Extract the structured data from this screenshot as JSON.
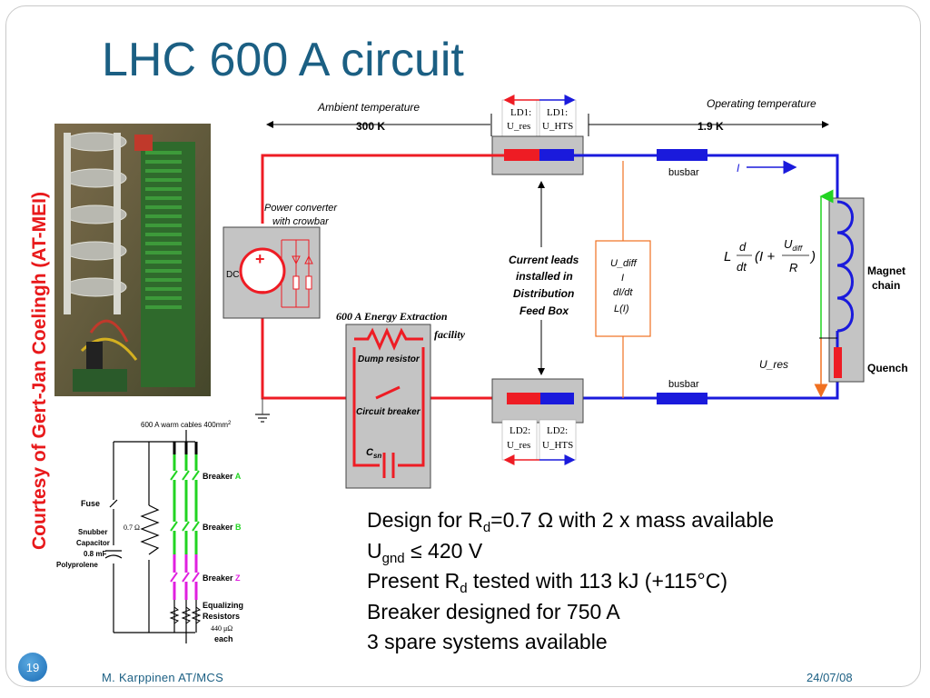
{
  "slide": {
    "title": "LHC 600 A circuit",
    "courtesy": "Courtesy of Gert-Jan Coelingh (AT-MEI)",
    "page_number": "19",
    "footer_author": "M. Karppinen AT/MCS",
    "footer_date": "24/07/08"
  },
  "diagram": {
    "ambient_label": "Ambient temperature",
    "ambient_temp": "300 K",
    "operating_label": "Operating temperature",
    "operating_temp": "1.9 K",
    "ld1_res": [
      "LD1:",
      "U_res"
    ],
    "ld1_hts": [
      "LD1:",
      "U_HTS"
    ],
    "ld2_res": [
      "LD2:",
      "U_res"
    ],
    "ld2_hts": [
      "LD2:",
      "U_HTS"
    ],
    "busbar_top": "busbar",
    "busbar_bottom": "busbar",
    "current_label": "I",
    "power_converter": [
      "Power converter",
      "with crowbar"
    ],
    "dc_label": "DC",
    "current_leads": [
      "Current leads",
      "installed in",
      "Distribution",
      "Feed Box"
    ],
    "udiff_box": [
      "U_diff",
      "I",
      "dI/dt",
      "L(I)"
    ],
    "ee_title": [
      "600 A Energy Extraction",
      "facility"
    ],
    "dump_resistor": "Dump resistor",
    "circuit_breaker": "Circuit breaker",
    "csn": "C",
    "csn_sub": "sn",
    "formula_L": "L",
    "formula_d": "d",
    "formula_dt": "dt",
    "formula_open": "(I +",
    "formula_U": "U",
    "formula_diff": "diff",
    "formula_R": "R",
    "formula_close": ")",
    "magnet_chain": [
      "Magnet",
      "chain"
    ],
    "u_res": "U_res",
    "quench": "Quench"
  },
  "schematic": {
    "cables_label": "600 A warm cables 400mm",
    "cables_sup": "2",
    "fuse": "Fuse",
    "snubber": [
      "Snubber",
      "Capacitor",
      "0.8 mF",
      "Polyprolene"
    ],
    "resistor_value": "0.7 Ω",
    "breaker_a_text": "Breaker",
    "breaker_a_letter": "A",
    "breaker_b_text": "Breaker",
    "breaker_b_letter": "B",
    "breaker_z_text": "Breaker",
    "breaker_z_letter": "Z",
    "equalizing": [
      "Equalizing",
      "Resistors"
    ],
    "eq_value": "440 μΩ",
    "eq_each": "each"
  },
  "notes": {
    "line1_a": "Design for R",
    "line1_sub": "d",
    "line1_b": "=0.7 Ω with 2 x mass available",
    "line2_a": "U",
    "line2_sub": "gnd",
    "line2_b": " ≤ 420 V",
    "line3_a": "Present R",
    "line3_sub": "d",
    "line3_b": " tested with 113 kJ (+115°C)",
    "line4": "Breaker designed for 750 A",
    "line5": "3 spare systems available"
  },
  "colors": {
    "title": "#1b5f83",
    "courtesy": "#e8191b",
    "warm_line": "#ee1c24",
    "cold_line": "#1a1adc",
    "box_gray": "#c4c4c4",
    "orange": "#f07020",
    "green": "#22d422",
    "magenta": "#e020e0"
  }
}
